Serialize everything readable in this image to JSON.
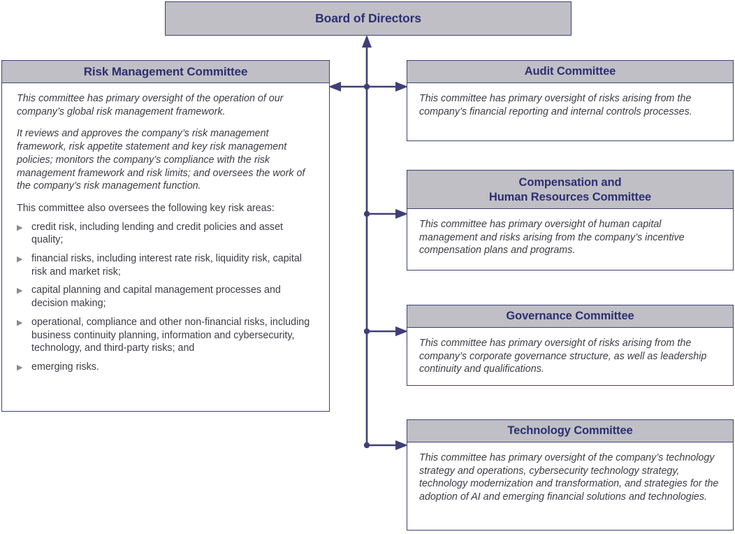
{
  "board": {
    "title": "Board of Directors"
  },
  "risk_management_committee": {
    "title": "Risk Management Committee",
    "paragraphs": [
      "This committee has primary oversight of the operation of our company’s global risk management framework.",
      "It reviews and approves the company’s risk management framework, risk appetite statement and key risk management policies; monitors the company’s compliance with the risk management framework and risk limits; and oversees the work of the company’s risk management function."
    ],
    "list_intro": "This committee also oversees the following key risk areas:",
    "bullet_marker": "▶",
    "bullets": [
      "credit risk, including lending and credit policies and asset quality;",
      "financial risks, including interest rate risk, liquidity risk, capital risk and market risk;",
      "capital planning and capital management processes and decision making;",
      "operational, compliance and other non-financial risks, including business continuity planning, information and cybersecurity, technology, and third-party risks; and",
      "emerging risks."
    ]
  },
  "committees": [
    {
      "id": "audit",
      "title": "Audit Committee",
      "title_line_2": "",
      "body": "This committee has primary oversight of risks arising from the company’s financial reporting and internal controls processes."
    },
    {
      "id": "compensation",
      "title": "Compensation and",
      "title_line_2": "Human Resources Committee",
      "body": "This committee has primary oversight of human capital management and risks arising from the company’s incentive compensation plans and programs."
    },
    {
      "id": "governance",
      "title": "Governance Committee",
      "title_line_2": "",
      "body": "This committee has primary oversight of risks arising from the company’s corporate governance structure, as well as leadership continuity and qualifications."
    },
    {
      "id": "technology",
      "title": "Technology Committee",
      "title_line_2": "",
      "body": "This committee has primary oversight of the company’s technology strategy and operations, cybersecurity technology strategy, technology modernization and transformation, and strategies for the adoption of AI and emerging financial solutions and technologies."
    }
  ],
  "colors": {
    "header_fill": "#bfbfc5",
    "border": "#3f3f77",
    "title_text": "#2e2e72",
    "body_text": "#3c3c46",
    "connector": "#3f3f77",
    "bullet_marker": "#8a8a93"
  }
}
